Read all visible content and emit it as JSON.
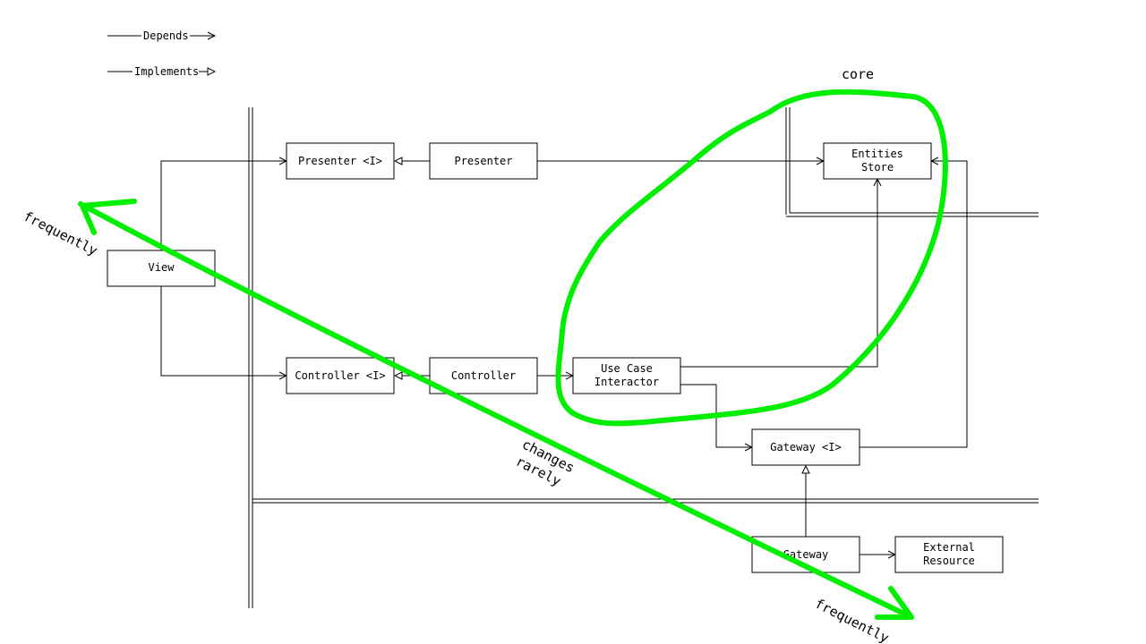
{
  "legend": {
    "depends": "Depends",
    "implements": "Implements"
  },
  "nodes": {
    "presenter_interface": "Presenter <I>",
    "presenter": "Presenter",
    "entities_store": [
      "Entities",
      "Store"
    ],
    "view": "View",
    "controller_interface": "Controller <I>",
    "controller": "Controller",
    "use_case_interactor": [
      "Use Case",
      "Interactor"
    ],
    "gateway_interface": "Gateway <I>",
    "gateway": "Gateway",
    "external_resource": [
      "External",
      "Resource"
    ]
  },
  "annotations": {
    "core": "core",
    "frequently_top": "frequently",
    "changes": "changes",
    "rarely": "rarely",
    "frequently_bottom": "frequently"
  },
  "colors": {
    "annotation_stroke": "#00ee00",
    "line": "#000000"
  }
}
